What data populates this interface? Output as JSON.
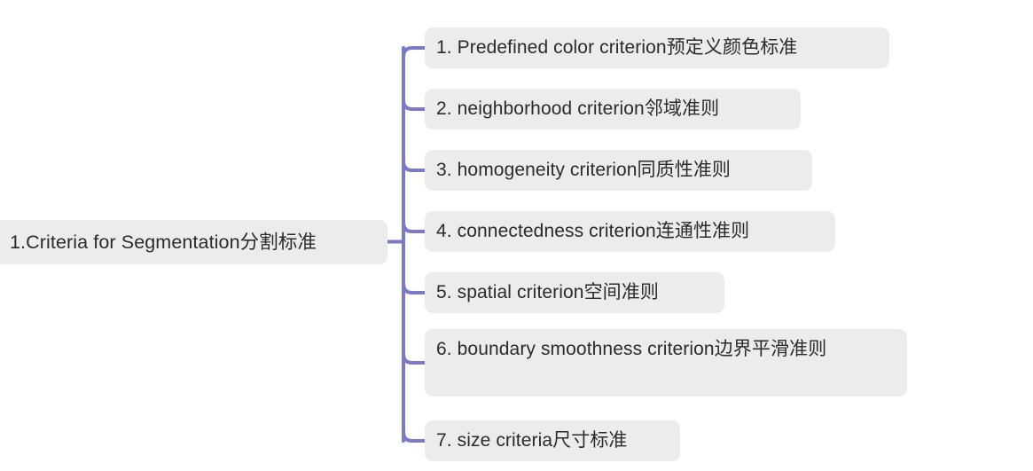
{
  "diagram": {
    "type": "mind-map",
    "orientation": "left-to-right",
    "title": "Criteria for Segmentation mind map",
    "colors": {
      "canvas": "#ffffff",
      "node_fill": "#ececec",
      "node_text": "#2b2b2b",
      "connector": "#7b7ac6"
    },
    "root": {
      "id": "root",
      "label": "1.Criteria for Segmentation分割标准"
    },
    "children": [
      {
        "id": "c1",
        "index": "1",
        "label": "1. Predefined color criterion预定义颜色标准"
      },
      {
        "id": "c2",
        "index": "2",
        "label": "2. neighborhood criterion邻域准则"
      },
      {
        "id": "c3",
        "index": "3",
        "label": "3. homogeneity criterion同质性准则"
      },
      {
        "id": "c4",
        "index": "4",
        "label": "4. connectedness criterion连通性准则"
      },
      {
        "id": "c5",
        "index": "5",
        "label": "5. spatial criterion空间准则"
      },
      {
        "id": "c6",
        "index": "6",
        "label": "6. boundary smoothness criterion边界平滑准则"
      },
      {
        "id": "c7",
        "index": "7",
        "label": "7. size criteria尺寸标准"
      }
    ]
  }
}
